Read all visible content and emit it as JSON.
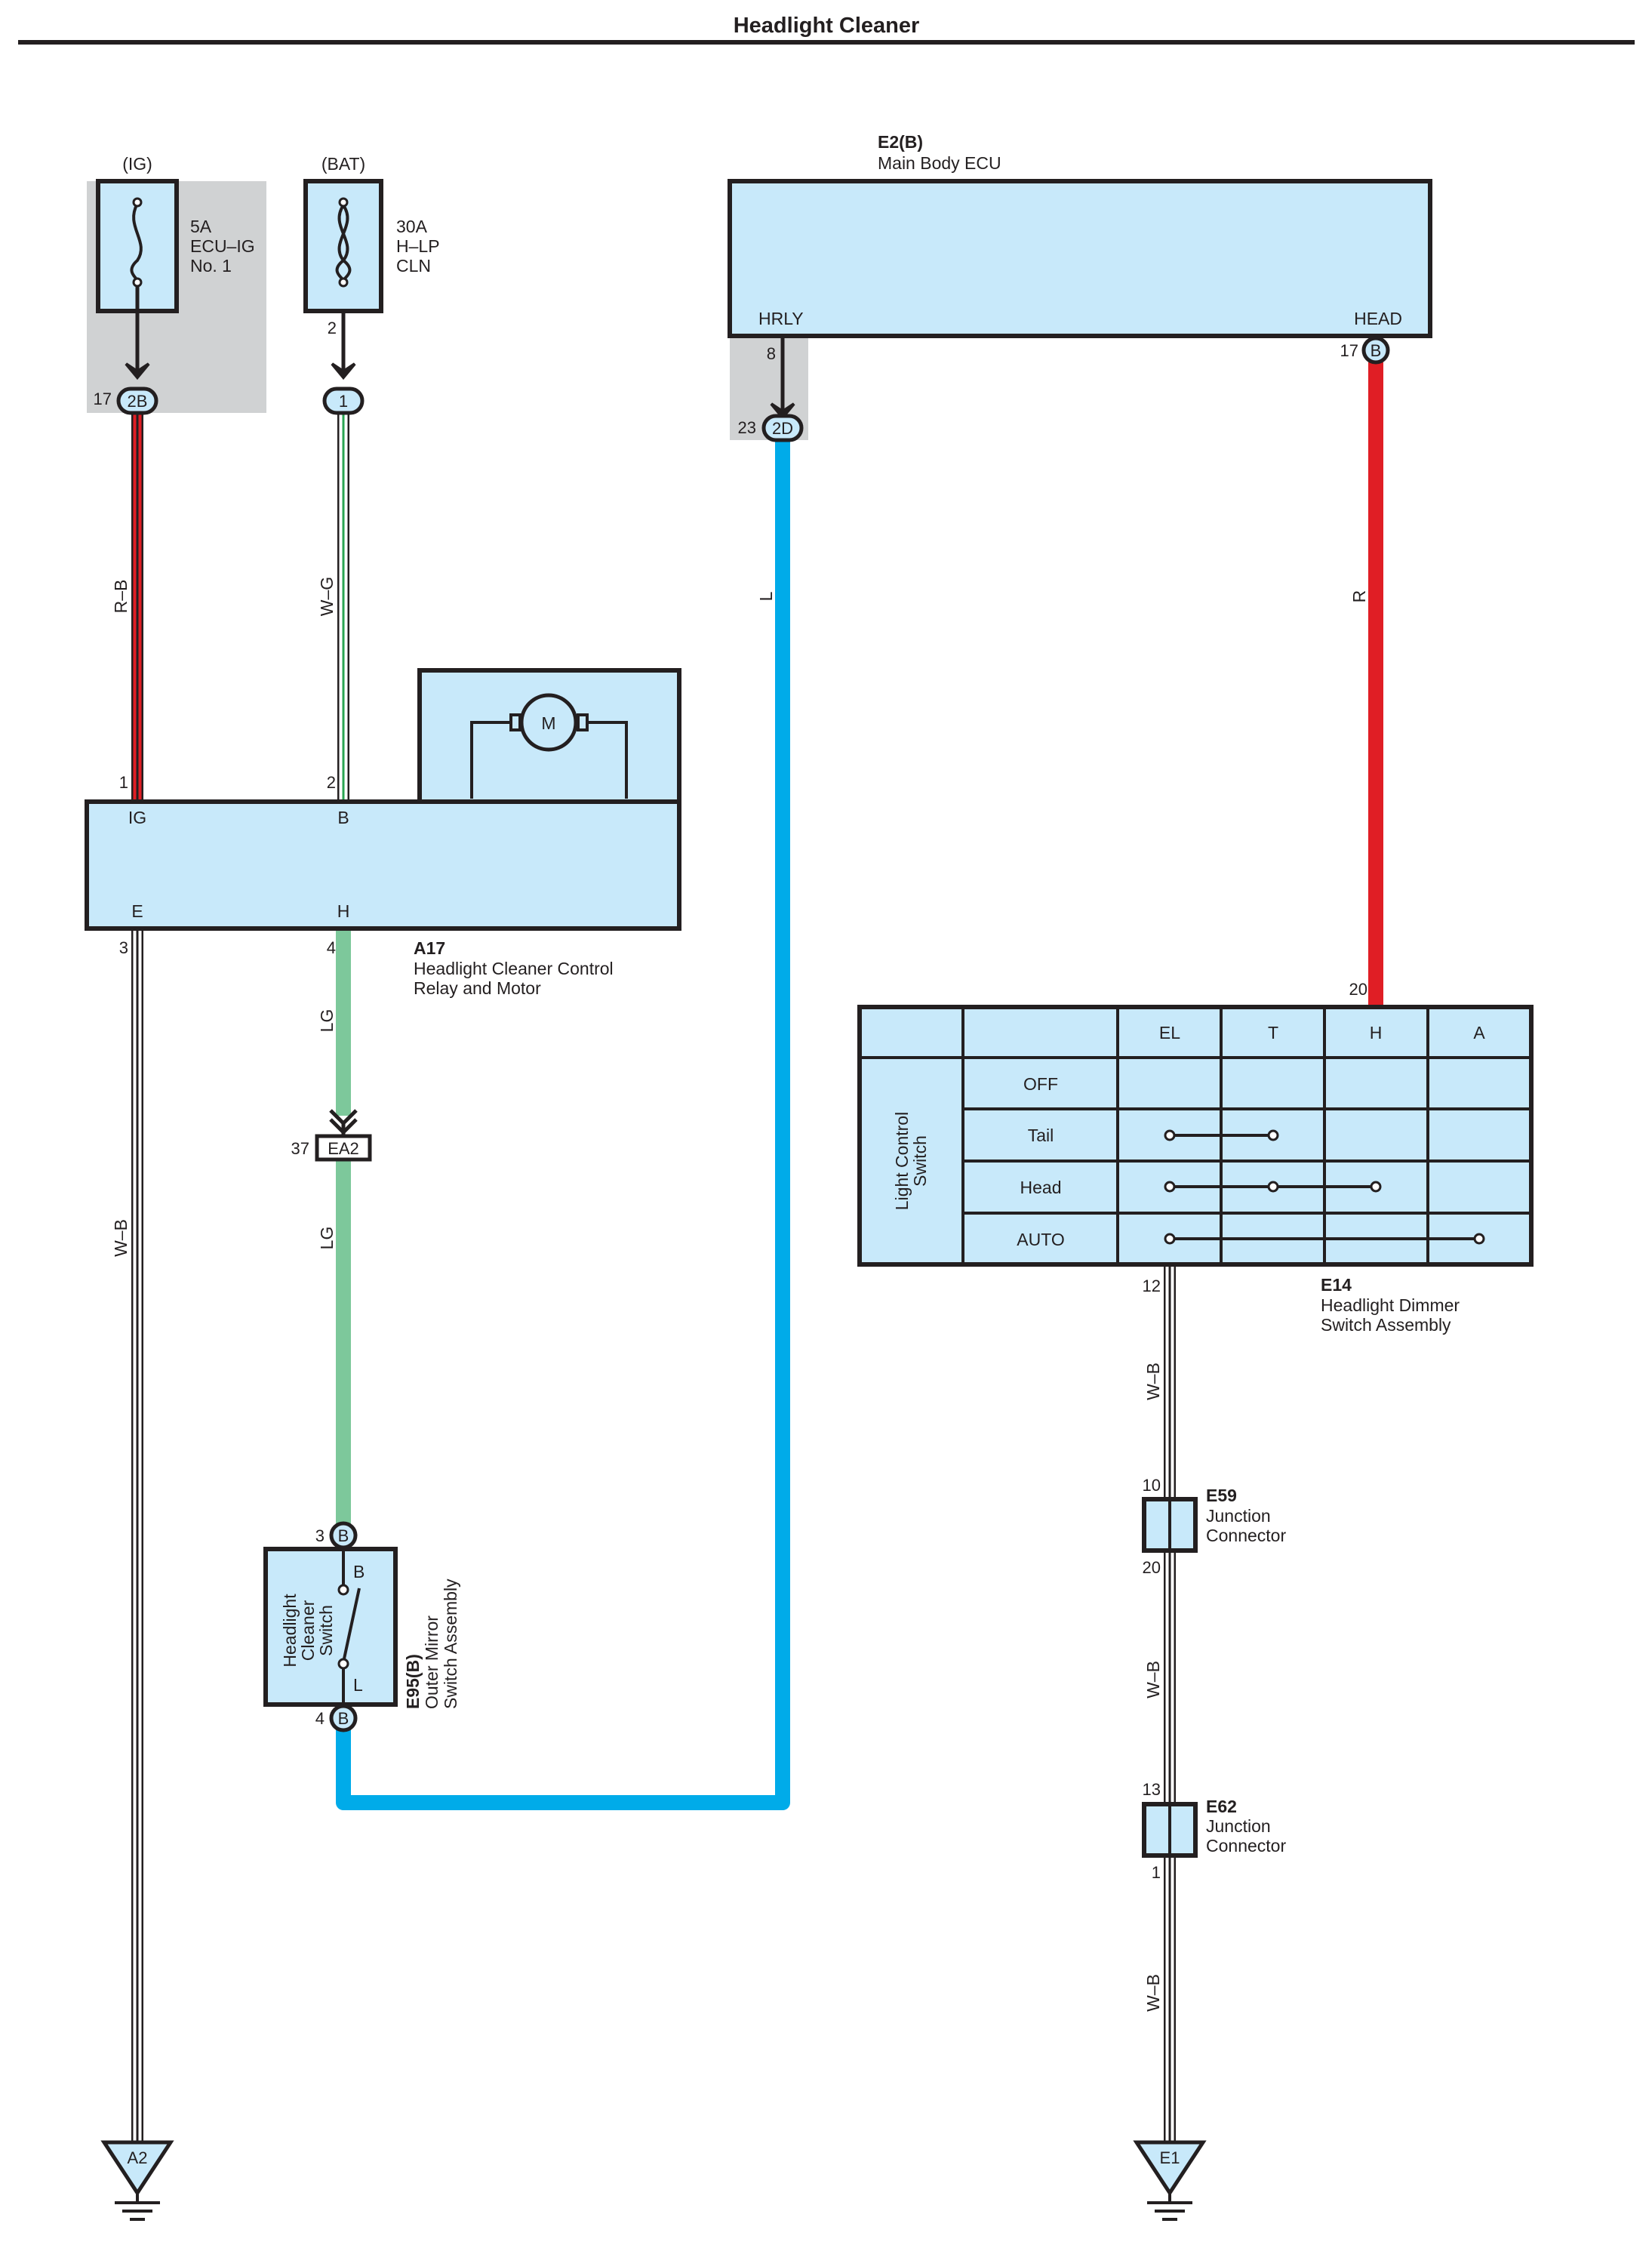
{
  "title": "Headlight Cleaner",
  "colors": {
    "connector_fill": "#c8e9fa",
    "shade": "#d0d2d3",
    "wire_red": "#e01e25",
    "wire_blue": "#00abe9",
    "wire_green": "#7dc89b",
    "wire_white_green_stripe": "#2aa452",
    "line": "#231f20"
  },
  "fuses": [
    {
      "source": "(IG)",
      "rating": "5A",
      "name_line1": "ECU–IG",
      "name_line2": "No. 1",
      "pin": "17",
      "connector": "2B"
    },
    {
      "source": "(BAT)",
      "rating": "30A",
      "name_line1": "H–LP",
      "name_line2": "CLN",
      "pin_top": "2",
      "connector": "1"
    }
  ],
  "ecu": {
    "code": "E2(B)",
    "name": "Main Body ECU",
    "terminal_left": "HRLY",
    "terminal_right": "HEAD",
    "pin_left": "8",
    "pin_right": "17",
    "connector_right": "B",
    "junction_pin": "23",
    "junction_connector": "2D"
  },
  "relay": {
    "code": "A17",
    "name_line1": "Headlight Cleaner Control",
    "name_line2": "Relay and Motor",
    "motor": "M",
    "terminals": {
      "IG": "IG",
      "B": "B",
      "E": "E",
      "H": "H"
    },
    "pins": {
      "IG": "1",
      "B": "2",
      "E": "3",
      "H": "4"
    }
  },
  "connector_ea2": {
    "pin": "37",
    "name": "EA2"
  },
  "switch_e95": {
    "code": "E95(B)",
    "name_line1": "Outer Mirror",
    "name_line2": "Switch Assembly",
    "inner_line1": "Headlight",
    "inner_line2": "Cleaner",
    "inner_line3": "Switch",
    "terminal_top": "B",
    "terminal_bottom": "L",
    "pin_top": "3",
    "pin_bottom": "4",
    "connector": "B"
  },
  "dimmer_e14": {
    "code": "E14",
    "name_line1": "Headlight Dimmer",
    "name_line2": "Switch Assembly",
    "side_label_line1": "Light Control",
    "side_label_line2": "Switch",
    "columns": [
      "EL",
      "T",
      "H",
      "A"
    ],
    "rows": [
      "OFF",
      "Tail",
      "Head",
      "AUTO"
    ],
    "pin_top": "20",
    "pin_bottom": "12"
  },
  "junctions": [
    {
      "code": "E59",
      "name_line1": "Junction",
      "name_line2": "Connector",
      "pin_top": "10",
      "pin_bottom": "20"
    },
    {
      "code": "E62",
      "name_line1": "Junction",
      "name_line2": "Connector",
      "pin_top": "13",
      "pin_bottom": "1"
    }
  ],
  "wire_labels": {
    "rb": "R–B",
    "wg": "W–G",
    "l": "L",
    "r": "R",
    "lg1": "LG",
    "lg2": "LG",
    "wb_left": "W–B",
    "wb1": "W–B",
    "wb2": "W–B",
    "wb3": "W–B"
  },
  "grounds": [
    {
      "name": "A2"
    },
    {
      "name": "E1"
    }
  ]
}
